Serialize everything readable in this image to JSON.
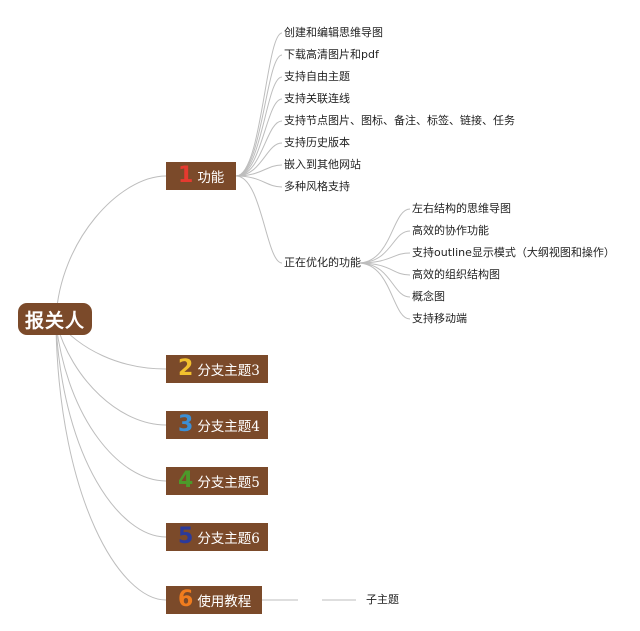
{
  "root": {
    "label": "报关人"
  },
  "branches": [
    {
      "number": "1",
      "number_color": "#e53a2f",
      "label": "功能",
      "children": [
        {
          "label": "创建和编辑思维导图"
        },
        {
          "label": "下载高清图片和pdf"
        },
        {
          "label": "支持自由主题"
        },
        {
          "label": "支持关联连线"
        },
        {
          "label": "支持节点图片、图标、备注、标签、链接、任务"
        },
        {
          "label": "支持历史版本"
        },
        {
          "label": "嵌入到其他网站"
        },
        {
          "label": "多种风格支持"
        },
        {
          "label": "正在优化的功能",
          "children": [
            {
              "label": "左右结构的思维导图"
            },
            {
              "label": "高效的协作功能"
            },
            {
              "label": "支持outline显示模式（大纲视图和操作）"
            },
            {
              "label": "高效的组织结构图"
            },
            {
              "label": "概念图"
            },
            {
              "label": "支持移动端"
            }
          ]
        }
      ]
    },
    {
      "number": "2",
      "number_color": "#f2c12e",
      "label": "分支主题3",
      "children": []
    },
    {
      "number": "3",
      "number_color": "#3b8fd6",
      "label": "分支主题4",
      "children": []
    },
    {
      "number": "4",
      "number_color": "#4c9a2a",
      "label": "分支主题5",
      "children": []
    },
    {
      "number": "5",
      "number_color": "#2b3a9a",
      "label": "分支主题6",
      "children": []
    },
    {
      "number": "6",
      "number_color": "#f07c1e",
      "label": "使用教程",
      "children": [
        {
          "label": "子主题"
        }
      ]
    }
  ],
  "colors": {
    "node_fill": "#7b4a2a",
    "node_text": "#ffffff",
    "connector": "#bdbdbd",
    "leaf_text": "#222222"
  }
}
